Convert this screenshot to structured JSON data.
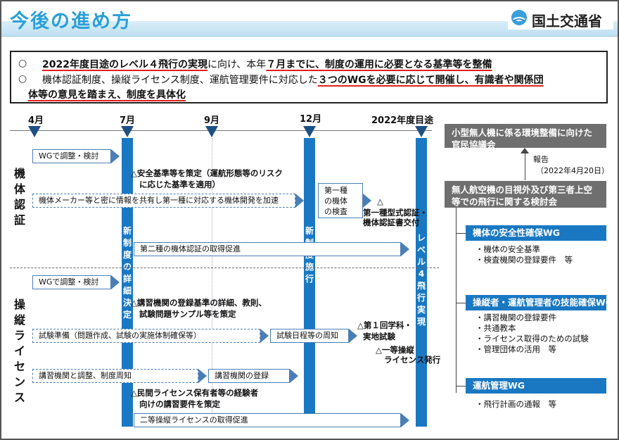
{
  "header": {
    "title": "今後の進め方",
    "ministry": "国土交通省"
  },
  "summary": {
    "line1_bullet": "○",
    "line1_part1": "2022年度目途のレベル４飛行の実現",
    "line1_part2": "に向け、本年",
    "line1_part3": "７月までに、制度の運用に必要となる基準等を整備",
    "line2_bullet": "○",
    "line2_part1": "機体認証制度、操縦ライセンス制度、運航管理要件に対応した",
    "line2_part2": "３つのWGを必要に応じて開催し、有識者や関係団",
    "line3": "体等の意見を踏まえ、制度を具体化"
  },
  "timeline": {
    "m4": "4月",
    "m7": "7月",
    "m9": "9月",
    "m12": "12月",
    "fy2022": "2022年度目途"
  },
  "bars": {
    "detail": [
      "新",
      "制",
      "度",
      "の",
      "詳",
      "細",
      "決",
      "定"
    ],
    "enforce": [
      "新",
      "制",
      "度",
      "施",
      "行"
    ],
    "level4": [
      "レ",
      "ベ",
      "ル",
      "4",
      "飛",
      "行",
      "実",
      "現"
    ]
  },
  "sections": {
    "kitai": [
      "機",
      "体",
      "認",
      "証"
    ],
    "soju": [
      "操",
      "縦",
      "ラ",
      "イ",
      "セ",
      "ン",
      "ス"
    ]
  },
  "kitai": {
    "wg_study": "WGで調整・検討",
    "safety_std": "△安全基準等を策定（運航形態等のリスク",
    "safety_std2": "に応じた基準を適用）",
    "maker_share": "機体メーカー等と密に情報を共有し第一種に対応する機体開発を加速",
    "type1_inspect": [
      "第一種",
      "の機体",
      "の検査"
    ],
    "type1_cert_mark": "△",
    "type1_cert": "第一種型式認証・",
    "type1_cert2": "機体認証書交付",
    "type2_promo": "第二種の機体認証の取得促進"
  },
  "soju": {
    "wg_study": "WGで調整・検討",
    "school_std": "△講習機関の登録基準の詳細、教則、",
    "school_std2": "試験問題サンプル等を策定",
    "exam_prep": "試験準備（問題作成、試験の実施体制確保等）",
    "exam_notice": "試験日程等の周知",
    "first_exam": "△第１回学科・",
    "first_exam2": "実地試験",
    "license_issue": "△一等操縦",
    "license_issue2": "ライセンス発行",
    "school_coord": "講習機関と調整、制度周知",
    "school_reg": "講習機関の登録",
    "private_req": "△民間ライセンス保有者等の経験者",
    "private_req2": "向けの講習要件を策定",
    "type2_license": "二等操縦ライセンスの取得促進"
  },
  "right": {
    "council": "小型無人機に係る環境整備に向けた官民協議会",
    "report_label": "報告",
    "report_date": "（2022年4月20日）",
    "study_group": "無人航空機の目視外及び第三者上空等での飛行に関する検討会",
    "wg1_title": "機体の安全性確保WG",
    "wg1_items": [
      "・機体の安全基準",
      "・検査機関の登録要件　等"
    ],
    "wg2_title": "操縦者・運航管理者の技能確保WG",
    "wg2_items": [
      "・講習機関の登録要件",
      "・共通教本",
      "・ライセンス取得のための試験",
      "・管理団体の活用　等"
    ],
    "wg3_title": "運航管理WG",
    "wg3_items": [
      "・飛行計画の通報　等"
    ]
  },
  "colors": {
    "title_blue": "#2b9fd8",
    "bar_blue": "#1a78c2",
    "marker_navy": "#1f4f82",
    "gray": "#6f6f6f",
    "underline_red": "#e02020"
  }
}
